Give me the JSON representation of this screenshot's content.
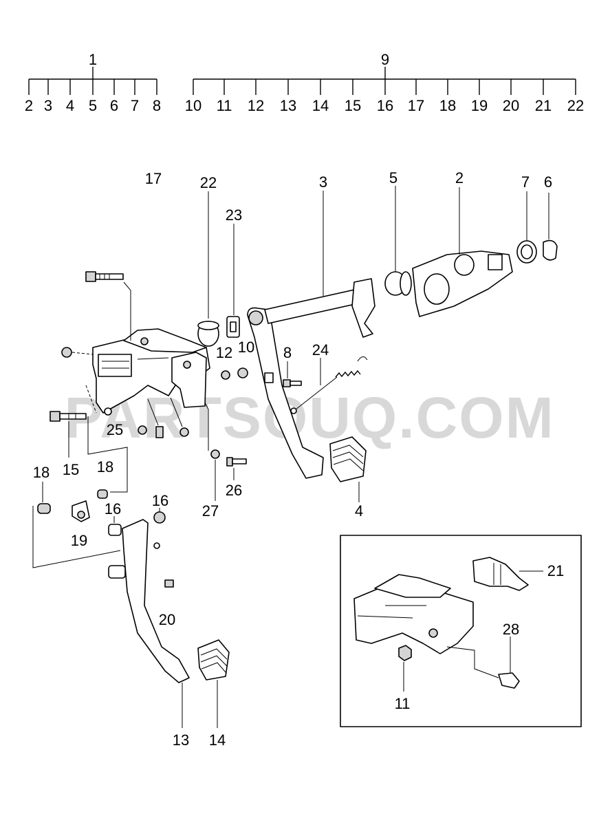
{
  "watermark": "PARTSOUQ.COM",
  "group_1": {
    "parent": "1",
    "children": [
      "2",
      "3",
      "4",
      "5",
      "6",
      "7",
      "8"
    ]
  },
  "group_9": {
    "parent": "9",
    "children": [
      "10",
      "11",
      "12",
      "13",
      "14",
      "15",
      "16",
      "17",
      "18",
      "19",
      "20",
      "21",
      "22"
    ]
  },
  "callouts": {
    "c17": "17",
    "c22": "22",
    "c23": "23",
    "c3": "3",
    "c5": "5",
    "c2": "2",
    "c7": "7",
    "c6": "6",
    "c12": "12",
    "c10": "10",
    "c8": "8",
    "c24": "24",
    "c25": "25",
    "c15": "15",
    "c18a": "18",
    "c18b": "18",
    "c27": "27",
    "c26": "26",
    "c4": "4",
    "c16a": "16",
    "c16b": "16",
    "c19": "19",
    "c20": "20",
    "c13": "13",
    "c14": "14",
    "c21": "21",
    "c28": "28",
    "c11": "11"
  }
}
